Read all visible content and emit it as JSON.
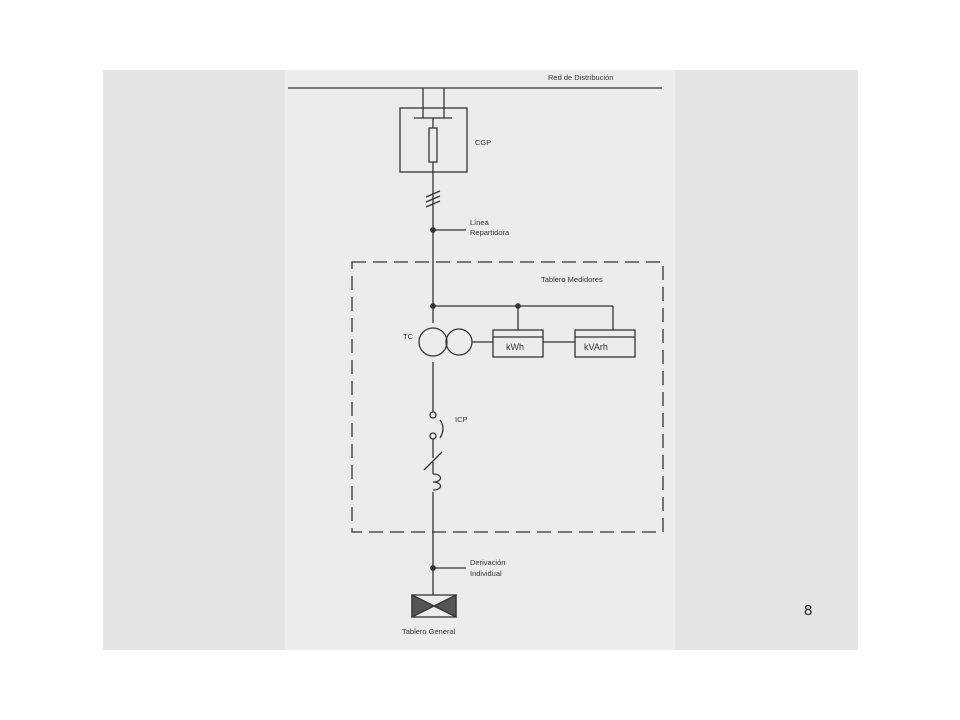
{
  "labels": {
    "distribution_network": "Red de Distribución",
    "ccp": "CGP",
    "feeder_line_1": "Línea",
    "feeder_line_2": "Repartidora",
    "meter_panel": "Tablero Medidores",
    "tc": "TC",
    "kwh": "kWh",
    "kvarh": "kVArh",
    "icp": "ICP",
    "branch_1": "Derivación",
    "branch_2": "Individual",
    "main_panel": "Tablero General"
  },
  "page_number": "8",
  "colors": {
    "slide_background": "#e4e4e4",
    "scan_background": "#ececec",
    "line": "#333333"
  }
}
